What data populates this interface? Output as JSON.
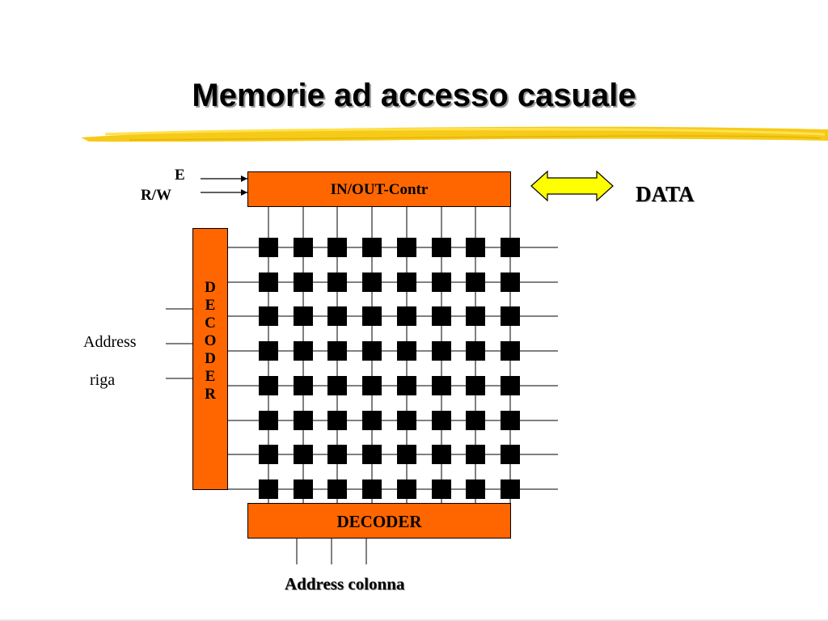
{
  "slide": {
    "title": "Memorie ad accesso casuale"
  },
  "diagram": {
    "signal_e": "E",
    "signal_rw": "R/W",
    "io_control_label": "IN/OUT-Contr",
    "data_label": "DATA",
    "row_decoder_letters": [
      "D",
      "E",
      "C",
      "O",
      "D",
      "E",
      "R"
    ],
    "column_decoder_label": "DECODER",
    "address_row_label": "Address",
    "address_row_sublabel": "riga",
    "address_column_label": "Address colonna",
    "grid": {
      "rows": 8,
      "columns": 8
    },
    "colors": {
      "block_fill": "#ff6600",
      "arrow_fill": "#ffff00",
      "highlight_stroke": "#f5c400",
      "cell_fill": "#000000"
    }
  }
}
